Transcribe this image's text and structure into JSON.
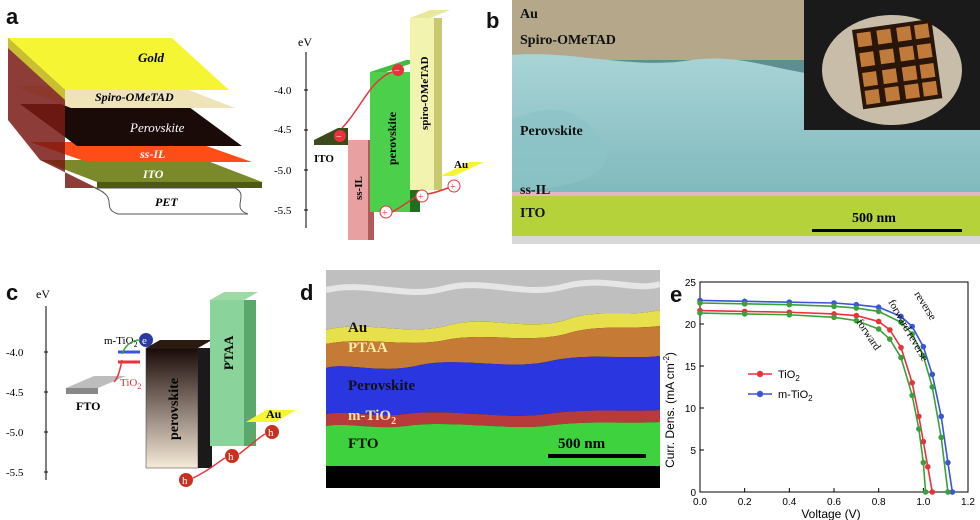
{
  "panel_labels": {
    "a": "a",
    "b": "b",
    "c": "c",
    "d": "d",
    "e": "e"
  },
  "panel_a": {
    "stack_layers": [
      "Gold",
      "Spiro-OMeTAD",
      "Perovskite",
      "ss-IL",
      "ITO",
      "PET"
    ],
    "unit": "eV",
    "ticks": [
      "-4.0",
      "-4.5",
      "-5.0",
      "-5.5"
    ],
    "bands": {
      "ito": "ITO",
      "ssil": "ss-IL",
      "perovskite": "perovskite",
      "spiro": "spiro-OMeTAD",
      "au": "Au"
    }
  },
  "panel_b": {
    "labels": {
      "au": "Au",
      "spiro": "Spiro-OMeTAD",
      "perovskite": "Perovskite",
      "ssil": "ss-IL",
      "ito": "ITO"
    },
    "scale_bar": "500 nm"
  },
  "panel_c": {
    "unit": "eV",
    "ticks": [
      "-4.0",
      "-4.5",
      "-5.0",
      "-5.5"
    ],
    "bands": {
      "mtio2": "m-TiO",
      "tio2": "TiO",
      "fto": "FTO",
      "perovskite": "perovskite",
      "ptaa": "PTAA",
      "au": "Au"
    },
    "subscript": "2",
    "carriers": {
      "electron": "e",
      "hole": "h"
    }
  },
  "panel_d": {
    "labels": {
      "au": "Au",
      "ptaa": "PTAA",
      "perovskite": "Perovskite",
      "mtio2": "m-TiO",
      "fto": "FTO"
    },
    "subscript": "2",
    "scale_bar": "500 nm"
  },
  "colors": {
    "tio2": "#e8323c",
    "mtio2": "#3a55d8",
    "tio2_fwd": "#3aa13a",
    "mtio2_fwd": "#3aa13a"
  },
  "chart_data": {
    "type": "line",
    "xlabel": "Voltage (V)",
    "ylabel": "Curr. Dens. (mA cm",
    "ylabel_sup": "-2",
    "ylabel_end": ")",
    "xlim": [
      0.0,
      1.2
    ],
    "ylim": [
      0,
      25
    ],
    "xticks": [
      "0.0",
      "0.2",
      "0.4",
      "0.6",
      "0.8",
      "1.0",
      "1.2"
    ],
    "yticks": [
      "0",
      "5",
      "10",
      "15",
      "20",
      "25"
    ],
    "legend": [
      {
        "name": "TiO",
        "sub": "2",
        "color": "#e8323c"
      },
      {
        "name": "m-TiO",
        "sub": "2",
        "color": "#3a55d8"
      }
    ],
    "annotations": [
      "reverse",
      "forward reverse",
      "forward"
    ],
    "series": [
      {
        "name": "TiO2 reverse",
        "color": "#e8323c",
        "x": [
          0.0,
          0.2,
          0.4,
          0.6,
          0.7,
          0.8,
          0.85,
          0.9,
          0.95,
          0.98,
          1.0,
          1.02,
          1.04
        ],
        "y": [
          21.6,
          21.5,
          21.4,
          21.2,
          21.0,
          20.3,
          19.3,
          17.2,
          13.0,
          9.0,
          6.0,
          3.0,
          0.0
        ]
      },
      {
        "name": "TiO2 forward",
        "color": "#3aa13a",
        "x": [
          0.0,
          0.2,
          0.4,
          0.6,
          0.7,
          0.8,
          0.85,
          0.9,
          0.95,
          0.98,
          1.0,
          1.01
        ],
        "y": [
          21.3,
          21.2,
          21.1,
          20.8,
          20.4,
          19.4,
          18.2,
          16.0,
          11.5,
          7.5,
          3.5,
          0.0
        ]
      },
      {
        "name": "m-TiO2 reverse",
        "color": "#3a55d8",
        "x": [
          0.0,
          0.2,
          0.4,
          0.6,
          0.7,
          0.8,
          0.9,
          0.95,
          1.0,
          1.04,
          1.08,
          1.11,
          1.13
        ],
        "y": [
          22.8,
          22.7,
          22.6,
          22.5,
          22.3,
          22.0,
          20.9,
          19.7,
          17.3,
          14.0,
          9.0,
          3.5,
          0.0
        ]
      },
      {
        "name": "m-TiO2 forward",
        "color": "#3aa13a",
        "x": [
          0.0,
          0.2,
          0.4,
          0.6,
          0.7,
          0.8,
          0.9,
          0.95,
          1.0,
          1.04,
          1.08,
          1.11
        ],
        "y": [
          22.5,
          22.4,
          22.3,
          22.1,
          21.9,
          21.5,
          20.2,
          18.8,
          16.2,
          12.5,
          6.5,
          0.0
        ]
      }
    ]
  }
}
